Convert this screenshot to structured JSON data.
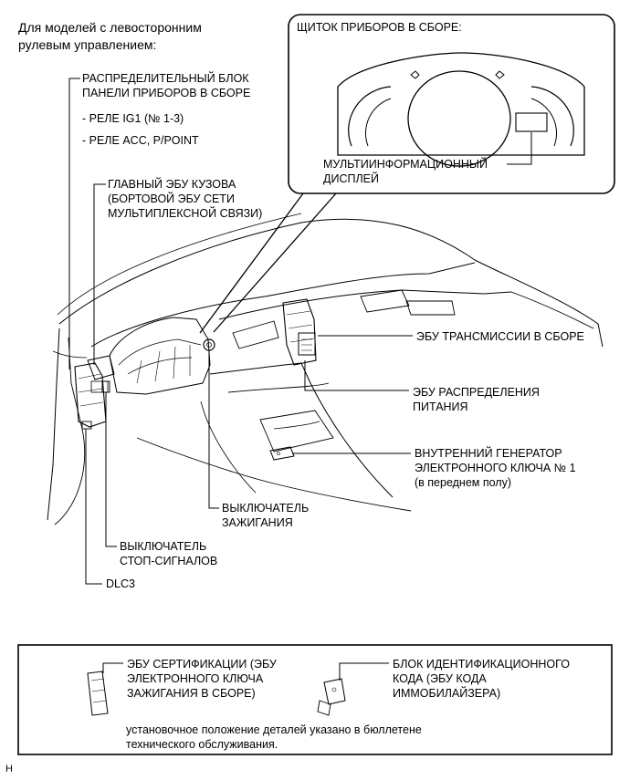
{
  "header": {
    "line1": "Для моделей с левосторонним",
    "line2": "рулевым управлением:"
  },
  "inset": {
    "title": "ЩИТОК ПРИБОРОВ В СБОРЕ:",
    "mid_line1": "МУЛЬТИИНФОРМАЦИОННЫЙ",
    "mid_line2": "ДИСПЛЕЙ"
  },
  "labels": {
    "dist_block_1": "РАСПРЕДЕЛИТЕЛЬНЫЙ БЛОК",
    "dist_block_2": "ПАНЕЛИ ПРИБОРОВ В СБОРЕ",
    "relay_ig1": "- РЕЛЕ IG1 (№ 1-3)",
    "relay_acc": "- РЕЛЕ ACC, P/POINT",
    "main_ecu_1": "ГЛАВНЫЙ ЭБУ КУЗОВА",
    "main_ecu_2": "(БОРТОВОЙ ЭБУ СЕТИ",
    "main_ecu_3": "МУЛЬТИПЛЕКСНОЙ СВЯЗИ)",
    "trans_ecu": "ЭБУ ТРАНСМИССИИ В СБОРЕ",
    "power_ecu_1": "ЭБУ РАСПРЕДЕЛЕНИЯ",
    "power_ecu_2": "ПИТАНИЯ",
    "key_gen_1": "ВНУТРЕННИЙ ГЕНЕРАТОР",
    "key_gen_2": "ЭЛЕКТРОННОГО КЛЮЧА № 1",
    "key_gen_3": "(в переднем полу)",
    "ign_switch_1": "ВЫКЛЮЧАТЕЛЬ",
    "ign_switch_2": "ЗАЖИГАНИЯ",
    "stop_switch_1": "ВЫКЛЮЧАТЕЛЬ",
    "stop_switch_2": "СТОП-СИГНАЛОВ",
    "dlc3": "DLC3"
  },
  "legend": {
    "cert_ecu_1": "ЭБУ СЕРТИФИКАЦИИ (ЭБУ",
    "cert_ecu_2": "ЭЛЕКТРОННОГО КЛЮЧА",
    "cert_ecu_3": "ЗАЖИГАНИЯ В СБОРЕ)",
    "id_block_1": "БЛОК ИДЕНТИФИКАЦИОННОГО",
    "id_block_2": "КОДА (ЭБУ КОДА",
    "id_block_3": "ИММОБИЛАЙЗЕРА)",
    "note_1": "установочное положение деталей указано в бюллетене",
    "note_2": "технического обслуживания."
  },
  "footer_mark": "H"
}
